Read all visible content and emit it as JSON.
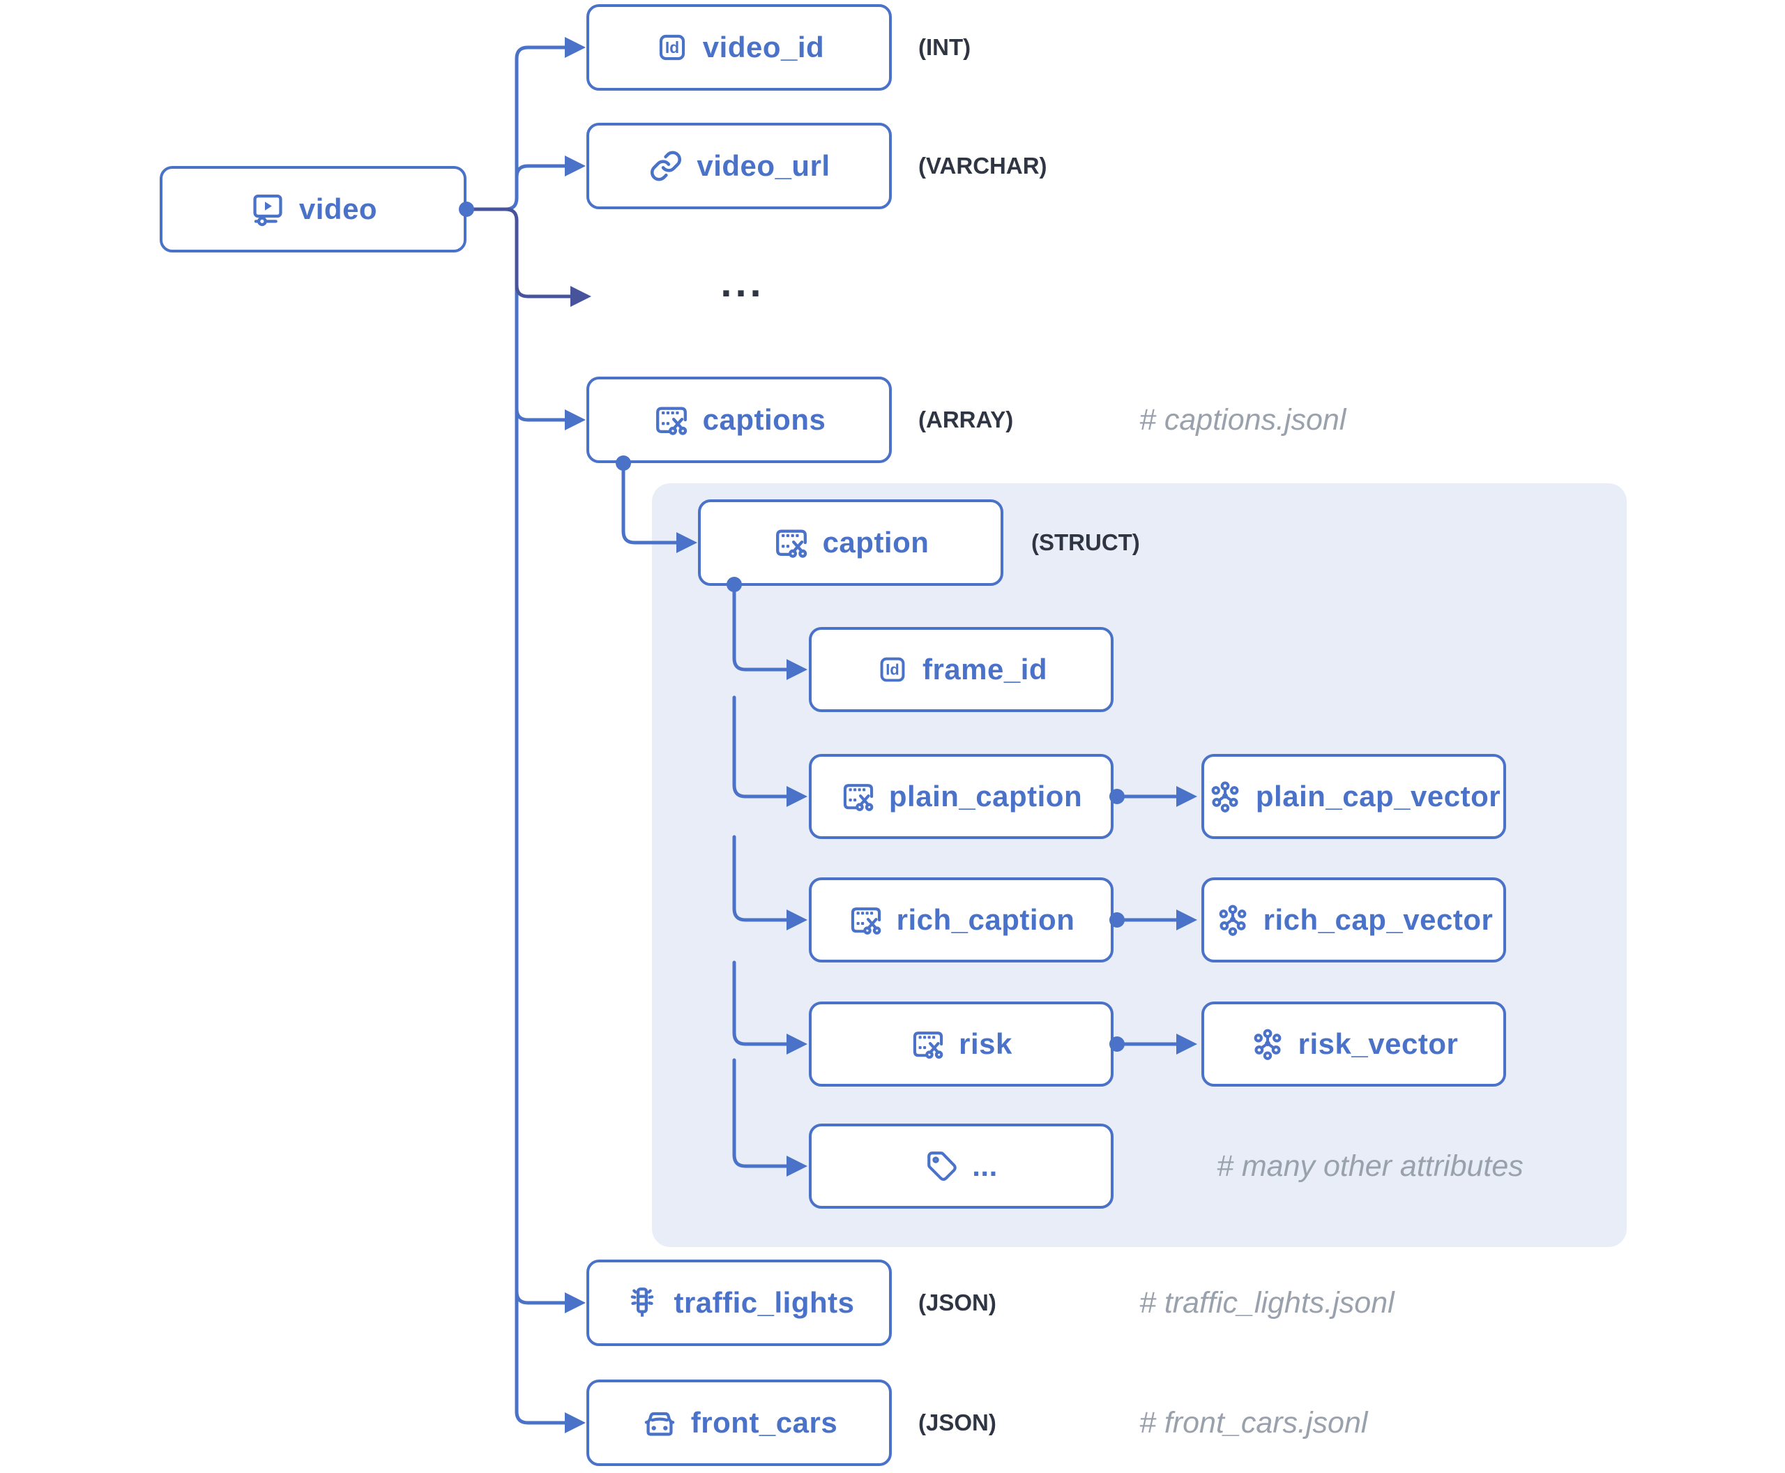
{
  "figure": {
    "colors": {
      "accent_blue": "#4a72c8",
      "edge_dark_blue": "#47549b",
      "panel_blue": "#e9edf7",
      "type_text": "#2f3542",
      "comment_gray": "#99a1ac",
      "node_background": "#ffffff"
    },
    "root": {
      "label": "video",
      "icon": "video-player-icon"
    },
    "level1": [
      {
        "label": "video_id",
        "type": "(INT)",
        "icon": "id-icon"
      },
      {
        "label": "video_url",
        "type": "(VARCHAR)",
        "icon": "link-icon"
      },
      {
        "label": "..."
      },
      {
        "label": "captions",
        "type": "(ARRAY)",
        "comment": "# captions.jsonl",
        "icon": "caption-scissors-icon"
      },
      {
        "label": "traffic_lights",
        "type": "(JSON)",
        "comment": "# traffic_lights.jsonl",
        "icon": "traffic-light-icon"
      },
      {
        "label": "front_cars",
        "type": "(JSON)",
        "comment": "# front_cars.jsonl",
        "icon": "car-icon"
      }
    ],
    "struct": {
      "label": "caption",
      "type": "(STRUCT)",
      "icon": "caption-scissors-icon",
      "children": [
        {
          "label": "frame_id",
          "icon": "id-icon"
        },
        {
          "label": "plain_caption",
          "icon": "caption-scissors-icon",
          "vector": "plain_cap_vector"
        },
        {
          "label": "rich_caption",
          "icon": "caption-scissors-icon",
          "vector": "rich_cap_vector"
        },
        {
          "label": "risk",
          "icon": "caption-scissors-icon",
          "vector": "risk_vector"
        },
        {
          "label": "...",
          "icon": "tag-icon",
          "comment": "# many other attributes"
        }
      ]
    }
  }
}
